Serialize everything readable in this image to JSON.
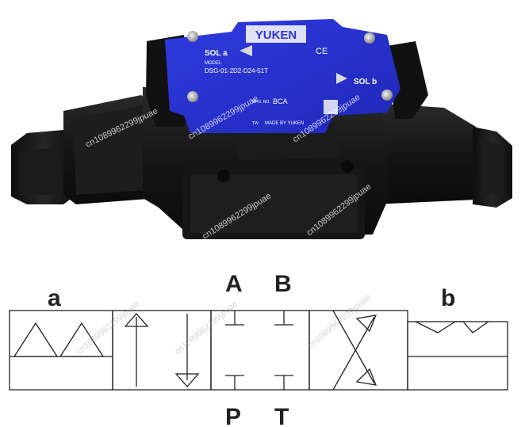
{
  "photo": {
    "plate": {
      "sol_a": "SOL a",
      "model_caption": "MODEL",
      "model_number": "DSG-01-2D2-D24-51T",
      "sol_b": "SOL b",
      "mfg_caption": "MFG. NO.",
      "mfg_value": "BCA",
      "made_by": "MADE BY YUKEN",
      "tw_mark": "TW",
      "ce_mark": "CE",
      "logo_text": "YUKEN"
    },
    "watermark": "cn1089962299jpuae"
  },
  "schematic": {
    "label_a": "a",
    "label_b": "b",
    "port_A": "A",
    "port_B": "B",
    "port_P": "P",
    "port_T": "T"
  },
  "colors": {
    "plate_blue": "#2b34d6",
    "body_black": "#121212",
    "line": "#222222"
  }
}
